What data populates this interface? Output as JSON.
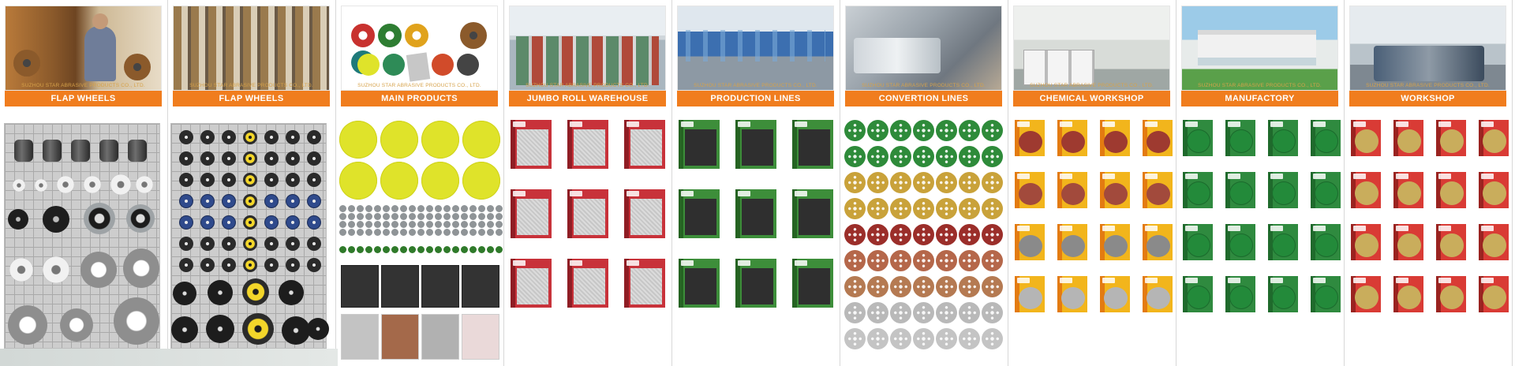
{
  "watermark": "SUZHOU STAR ABRASIVE PRODUCTS CO., LTD.",
  "columns": [
    {
      "banner": "FLAP WHEELS"
    },
    {
      "banner": "FLAP WHEELS"
    },
    {
      "banner": "MAIN PRODUCTS"
    },
    {
      "banner": "JUMBO ROLL WAREHOUSE"
    },
    {
      "banner": "PRODUCTION LINES"
    },
    {
      "banner": "CONVERTION LINES"
    },
    {
      "banner": "CHEMICAL WORKSHOP"
    },
    {
      "banner": "MANUFACTORY"
    },
    {
      "banner": "WORKSHOP"
    }
  ],
  "colors": {
    "banner": "#f07d1e",
    "pack_red": "#c8323a",
    "pack_green": "#3d8e3a",
    "pack_yellow": "#f2b51c",
    "disc_yellow": "#dfe32a"
  }
}
